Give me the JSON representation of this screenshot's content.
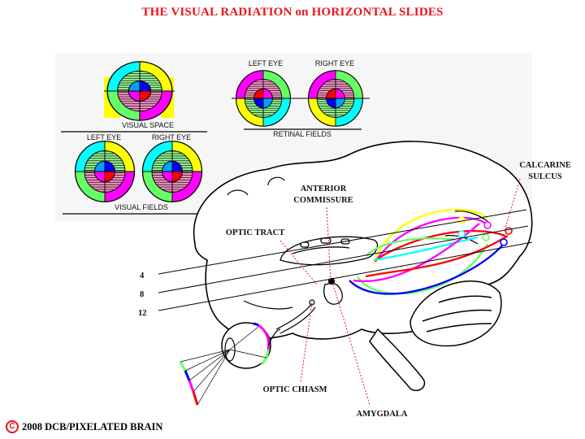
{
  "title": "THE VISUAL RADIATION on HORIZONTAL SLIDES",
  "labels": {
    "visual_space": "VISUAL SPACE",
    "visual_fields": "VISUAL FIELDS",
    "retinal_fields": "RETINAL FIELDS",
    "left_eye": "LEFT EYE",
    "right_eye": "RIGHT EYE",
    "calcarine_line1": "CALCARINE",
    "calcarine_line2": "SULCUS",
    "anterior_line1": "ANTERIOR",
    "anterior_line2": "COMMISSURE",
    "optic_tract": "OPTIC TRACT",
    "optic_chiasm": "OPTIC CHIASM",
    "amygdala": "AMYGDALA",
    "slice_4": "4",
    "slice_8": "8",
    "slice_12": "12"
  },
  "copyright": {
    "symbol": "C",
    "text": "2008  DCB/PIXELATED BRAIN"
  },
  "colors": {
    "title": "#e8141b",
    "yellow": "#ffff00",
    "cyan": "#00ffff",
    "magenta": "#ff00ff",
    "green": "#66ff66",
    "blue": "#0000ff",
    "red": "#ff0000",
    "pink": "#ff99cc",
    "light_green": "#99ff99"
  }
}
